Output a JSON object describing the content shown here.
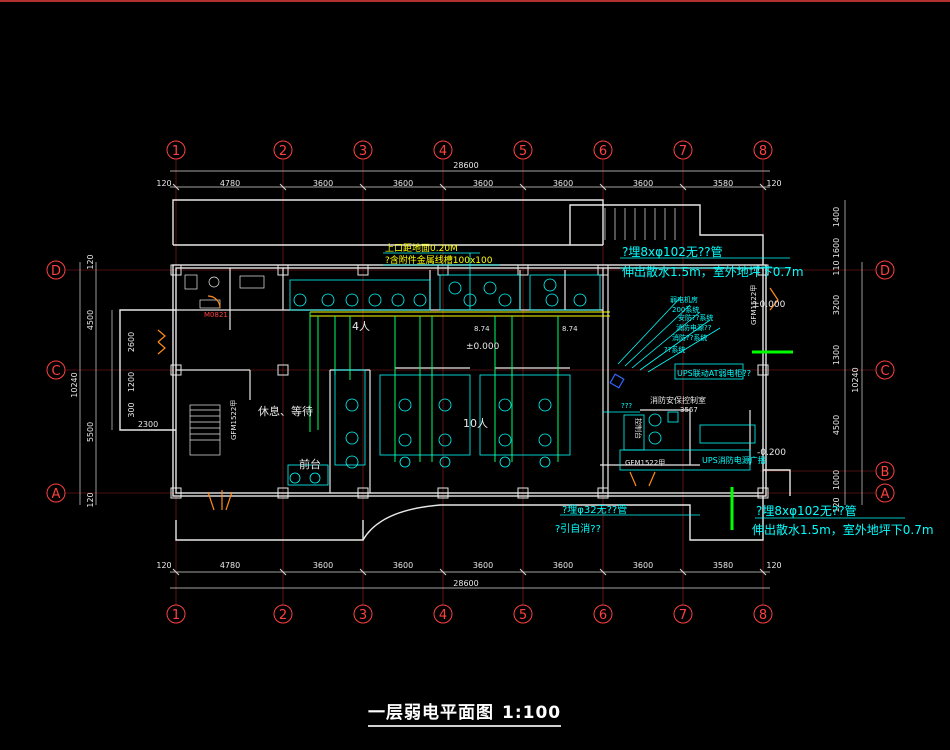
{
  "drawing": {
    "title": "一层弱电平面图",
    "scale": "1:100",
    "axes_columns": [
      "1",
      "2",
      "3",
      "4",
      "5",
      "6",
      "7",
      "8"
    ],
    "axes_rows": [
      "D",
      "C",
      "B",
      "A"
    ],
    "total_width_top": "28600",
    "total_width_bottom": "28600",
    "top_dims": [
      "120",
      "4780",
      "3600",
      "3600",
      "3600",
      "3600",
      "3600",
      "3580",
      "120"
    ],
    "bottom_dims": [
      "120",
      "4780",
      "3600",
      "3600",
      "3600",
      "3600",
      "3600",
      "3580",
      "120"
    ],
    "left_dims": [
      "120",
      "4500",
      "5500",
      "120"
    ],
    "left_inner_dims": [
      "2600",
      "1200",
      "300",
      "2300"
    ],
    "left_total": "10240",
    "right_dims": [
      "1400",
      "1600",
      "110",
      "3200",
      "1300",
      "4500",
      "1000",
      "120"
    ],
    "right_total": "10240",
    "annotations": {
      "cable_tray_height": "上口距地面0.20M",
      "cable_tray_size": "?含附件金属线槽100x100",
      "pipe_top": "?埋8xφ102无??管",
      "pipe_top_note": "伸出散水1.5m，室外地坪下0.7m",
      "pipe_bottom": "?埋8xφ102无??管",
      "pipe_bottom_note": "伸出散水1.5m，室外地坪下0.7m",
      "pipe_small": "?埋φ32无??管",
      "pipe_small_note": "?引自消??",
      "room_4p": "4人",
      "room_10p": "10人",
      "lounge": "休息、等待",
      "front_desk": "前台",
      "elev_1": "±0.000",
      "elev_2": "±0.000",
      "elev_3": "-0.200",
      "elev_4": "8.74",
      "elev_5": "8.74",
      "door_m0821": "M0821",
      "window_gfm1522_a": "GFM1522甲",
      "window_gfm1522_b": "GFM1522甲",
      "window_gfm1522_c": "GFM1522甲",
      "control_room": "消防安保控制室",
      "control_room_no": "3567",
      "console": "控制台",
      "ups_box": "UPS联动AT弱电柜??",
      "ups_box2": "UPS消防电源广播",
      "sys_label_1": "弱电机房",
      "sys_label_2": "200系统",
      "sys_label_3": "安防??系统",
      "sys_label_4": "消防电源??",
      "sys_label_5": "消防??系统",
      "sys_label_6": "??系统",
      "qq": "???"
    }
  },
  "colors": {
    "axis": "#ff4040",
    "wall": "#e8e8e8",
    "dim": "#e8e8e8",
    "cyan": "#00ffff",
    "green": "#00ff66",
    "bright_green": "#00ff00",
    "yellow": "#ffff00",
    "orange": "#ff8c1a",
    "blue": "#3366ff"
  }
}
